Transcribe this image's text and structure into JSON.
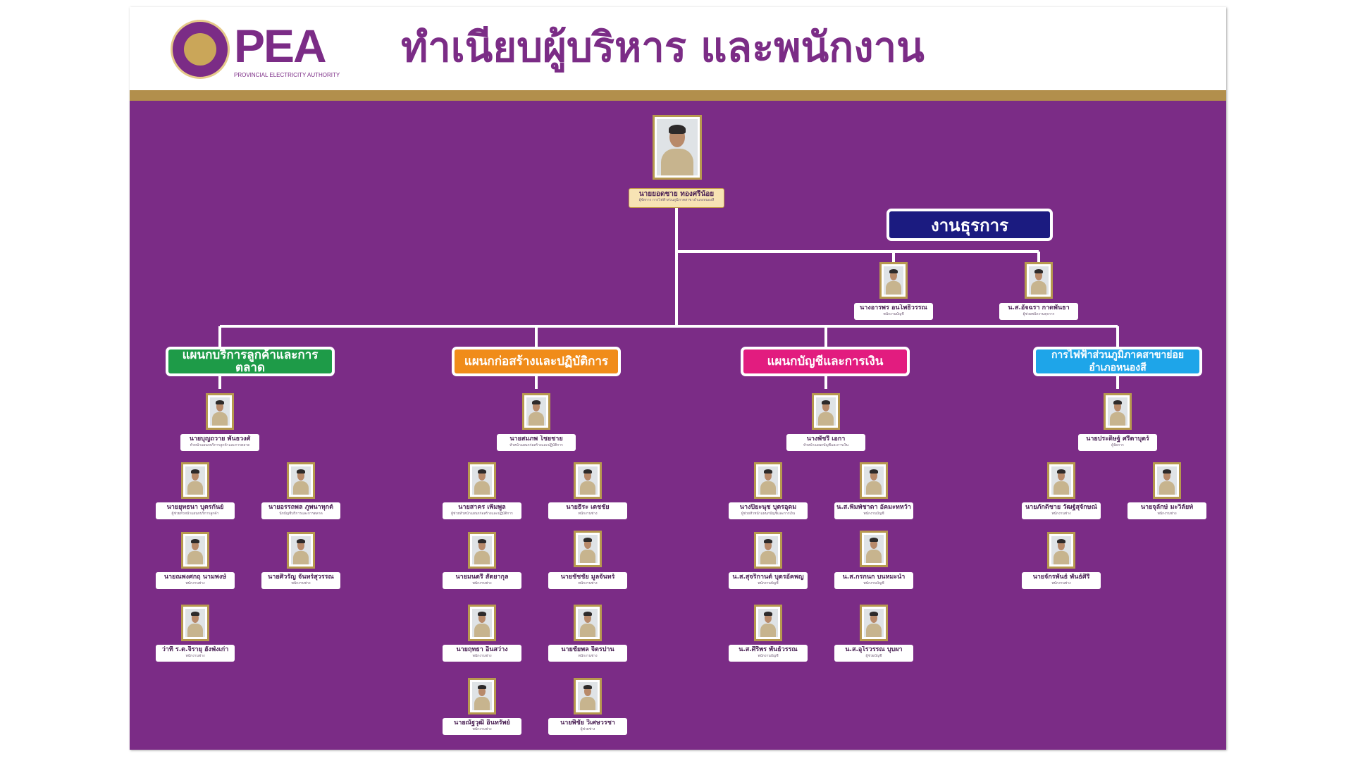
{
  "header": {
    "logo_text": "PEA",
    "logo_subtitle": "PROVINCIAL ELECTRICITY AUTHORITY",
    "title": "ทำเนียบผู้บริหาร และพนักงาน"
  },
  "colors": {
    "purple": "#7b2c86",
    "gold": "#b28f4c",
    "admin": "#1b1b80",
    "dept_green": "#1e9b48",
    "dept_orange": "#f08c1a",
    "dept_pink": "#e21c7f",
    "dept_blue": "#1ea5e9"
  },
  "head": {
    "name": "นายยอดชาย ทองศรีน้อย",
    "position": "ผู้จัดการ การไฟฟ้าส่วนภูมิภาคสาขาอำเภอหนองสี"
  },
  "admin": {
    "title": "งานธุรการ",
    "people": [
      {
        "name": "นางอารพร อนโพธิวรรณ",
        "position": "พนักงานบัญชี"
      },
      {
        "name": "น.ส.อัจฉรา กาดพันธา",
        "position": "ผู้ช่วยพนักงานธุรการ"
      }
    ]
  },
  "departments": [
    {
      "title": "แผนกบริการลูกค้าและการตลาด",
      "lead": {
        "name": "นายบุญถวาย พันธวงศ์",
        "position": "หัวหน้าแผนกบริการลูกค้าและการตลาด"
      },
      "staff": [
        {
          "name": "นายยุทธนา บุตรกันย์",
          "position": "ผู้ช่วยหัวหน้าแผนกบริการลูกค้า"
        },
        {
          "name": "นายอรรถพล ภูพนาหุกต์",
          "position": "นักบัญชีบริการและการตลาด"
        },
        {
          "name": "นายณพงศกฤ นามพงษ์",
          "position": "พนักงานช่าง"
        },
        {
          "name": "นายศิวรัญ จันทร์สุวรรณ",
          "position": "พนักงานช่าง"
        },
        {
          "name": "ว่าที่ ร.ต.จิรายุ ฮั่งฟ่งเก่า",
          "position": "พนักงานช่าง"
        }
      ]
    },
    {
      "title": "แผนกก่อสร้างและปฏิบัติการ",
      "lead": {
        "name": "นายสมภพ ไชยชาย",
        "position": "หัวหน้าแผนกก่อสร้างและปฏิบัติการ"
      },
      "staff": [
        {
          "name": "นายสาคร เพิ่มพูล",
          "position": "ผู้ช่วยหัวหน้าแผนกก่อสร้างและปฏิบัติการ"
        },
        {
          "name": "นายธีระ เตชชัย",
          "position": "พนักงานช่าง"
        },
        {
          "name": "นายมนตรี สัตยากุล",
          "position": "พนักงานช่าง"
        },
        {
          "name": "นายชัชชัย มูลจันทร์",
          "position": "พนักงานช่าง"
        },
        {
          "name": "นายฤทธา อินสว่าง",
          "position": "พนักงานช่าง"
        },
        {
          "name": "นายชัยพล จิตรปาน",
          "position": "พนักงานช่าง"
        },
        {
          "name": "นายณัฐวุฒิ อินทรัพย์",
          "position": "พนักงานช่าง"
        },
        {
          "name": "นายพิชัย วิเศษวรชา",
          "position": "ผู้ช่วยช่าง"
        }
      ]
    },
    {
      "title": "แผนกบัญชีและการเงิน",
      "lead": {
        "name": "นางพัชรี เอกา",
        "position": "หัวหน้าแผนกบัญชีและการเงิน"
      },
      "staff": [
        {
          "name": "นางปิยะนุช บุตรอุดม",
          "position": "ผู้ช่วยหัวหน้าแผนกบัญชีและการเงิน"
        },
        {
          "name": "น.ส.พิมพ์ชาดา อัคมะทหว้า",
          "position": "พนักงานบัญชี"
        },
        {
          "name": "น.ส.สุจริกานต์ บุตรอัคพญ",
          "position": "พนักงานบัญชี"
        },
        {
          "name": "น.ส.กรกนก บนหมะน้ำ",
          "position": "พนักงานบัญชี"
        },
        {
          "name": "น.ส.ศิริพร พันธ์วรรณ",
          "position": "พนักงานบัญชี"
        },
        {
          "name": "น.ส.อุไรวรรณ บุบผา",
          "position": "ผู้ช่วยบัญชี"
        }
      ]
    },
    {
      "title": "การไฟฟ้าส่วนภูมิภาคสาขาย่อย อำเภอหนองสี",
      "lead": {
        "name": "นายประดิษฐ์ ศรีตาบุตร์",
        "position": "ผู้จัดการ"
      },
      "staff": [
        {
          "name": "นายภักดิ์ชาย วัฒฐ์สุจักษณ์",
          "position": "พนักงานช่าง"
        },
        {
          "name": "นายจุลักษ์ มะวิลัยท์",
          "position": "พนักงานช่าง"
        },
        {
          "name": "นายจักรพันธ์ พันธ์ศิรี",
          "position": "พนักงานช่าง"
        }
      ]
    }
  ]
}
